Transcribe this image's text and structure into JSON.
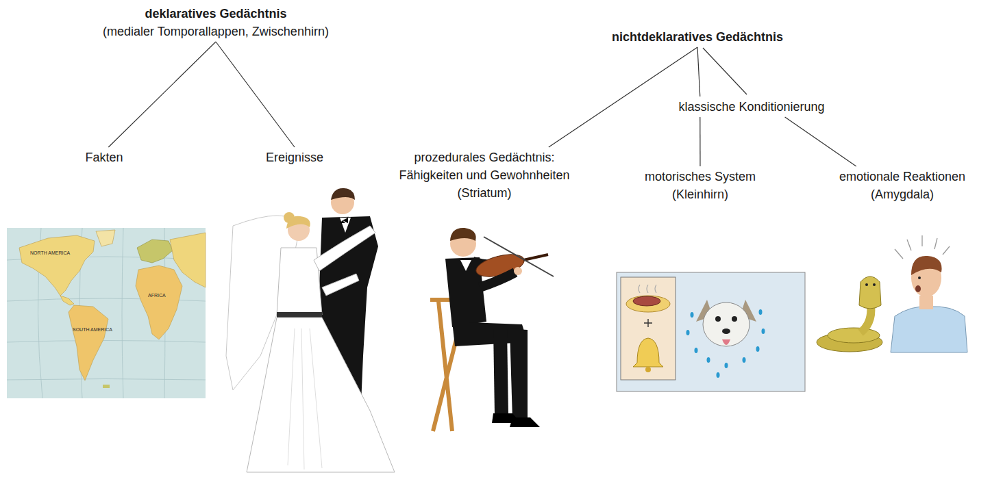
{
  "diagram": {
    "nodes": [
      {
        "text": [
          "deklaratives Gedächtnis",
          "(medialer Tomporallappen, Zwischenhirn)"
        ]
      },
      {
        "text": [
          "nichtdeklaratives Gedächtnis"
        ]
      },
      {
        "text": [
          "Fakten"
        ]
      },
      {
        "text": [
          "Ereignisse"
        ]
      },
      {
        "text": [
          "prozedurales Gedächtnis: Fähigkeiten und Gewohnheiten",
          "(Striatum)"
        ]
      },
      {
        "text": [
          "klassische Konditionierung"
        ]
      },
      {
        "text": [
          "motorisches System",
          "(Kleinhirn)"
        ]
      },
      {
        "text": [
          "emotionale Reaktionen",
          "(Amygdala)"
        ]
      }
    ],
    "edges": [
      {
        "from": 0,
        "to": 2,
        "arrow": "none"
      },
      {
        "from": 0,
        "to": 3,
        "arrow": "none"
      },
      {
        "from": 1,
        "to": 4,
        "arrow": "none"
      },
      {
        "from": 1,
        "to": 5,
        "arrow": "none"
      },
      {
        "from": 5,
        "to": 6,
        "arrow": "none"
      },
      {
        "from": 5,
        "to": 7,
        "arrow": "none"
      }
    ],
    "labels": [
      "NORTH AMERICA",
      "SOUTH AMERICA",
      "AFRICA"
    ]
  }
}
